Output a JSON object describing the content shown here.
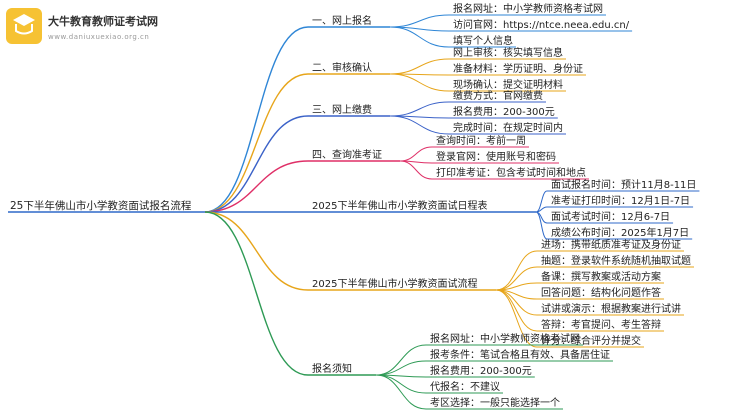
{
  "watermark": {
    "name": "大牛教育教师证考试网",
    "url": "www.daniuxuexiao.org.cn"
  },
  "root": {
    "label": "25下半年佛山市小学教资面试报名流程"
  },
  "branches": [
    {
      "label": "一、网上报名",
      "color": "#2f86d6",
      "leaves": [
        "报名网址：中小学教师资格考试网",
        "访问官网：https://ntce.neea.edu.cn/",
        "填写个人信息"
      ]
    },
    {
      "label": "二、审核确认",
      "color": "#e7a51a",
      "leaves": [
        "网上审核：核实填写信息",
        "准备材料：学历证明、身份证",
        "现场确认：提交证明材料"
      ]
    },
    {
      "label": "三、网上缴费",
      "color": "#3b62c8",
      "leaves": [
        "缴费方式：官网缴费",
        "报名费用：200-300元",
        "完成时间：在规定时间内"
      ]
    },
    {
      "label": "四、查询准考证",
      "color": "#df2f67",
      "leaves": [
        "查询时间：考前一周",
        "登录官网：使用账号和密码",
        "打印准考证：包含考试时间和地点"
      ]
    },
    {
      "label": "2025下半年佛山市小学教资面试日程表",
      "color": "#2f69c9",
      "leaves": [
        "面试报名时间：预计11月8-11日",
        "准考证打印时间：12月1日-7日",
        "面试考试时间：12月6-7日",
        "成绩公布时间：2025年1月7日"
      ]
    },
    {
      "label": "2025下半年佛山市小学教资面试流程",
      "color": "#e7a51a",
      "leaves": [
        "进场：携带纸质准考证及身份证",
        "抽题：登录软件系统随机抽取试题",
        "备课：撰写教案或活动方案",
        "回答问题：结构化问题作答",
        "试讲或演示：根据教案进行试讲",
        "答辩：考官提问、考生答辩",
        "评分：综合评分并提交"
      ]
    },
    {
      "label": "报名须知",
      "color": "#2e9a55",
      "leaves": [
        "报名网址：中小学教师资格考试网",
        "报考条件：笔试合格且有效、具备居住证",
        "报名费用：200-300元",
        "代报名：不建议",
        "考区选择：一般只能选择一个"
      ]
    }
  ]
}
